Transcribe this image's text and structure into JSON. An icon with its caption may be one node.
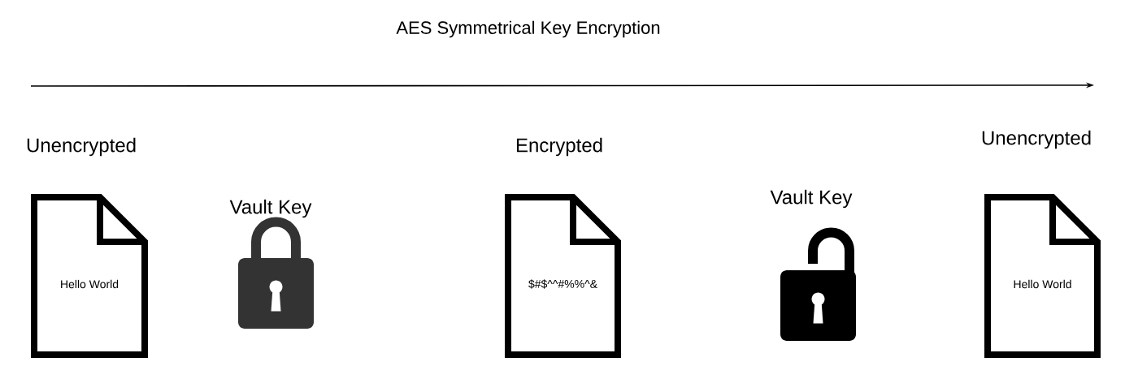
{
  "diagram": {
    "title": "AES Symmetrical Key Encryption",
    "nodes": [
      {
        "text": [
          "Unencrypted",
          "Hello World"
        ]
      },
      {
        "text": [
          "Vault Key"
        ]
      },
      {
        "text": [
          "Encrypted",
          "$#$^^#%%^&"
        ]
      },
      {
        "text": [
          "Vault Key"
        ]
      },
      {
        "text": [
          "Unencrypted",
          "Hello World"
        ]
      }
    ]
  }
}
